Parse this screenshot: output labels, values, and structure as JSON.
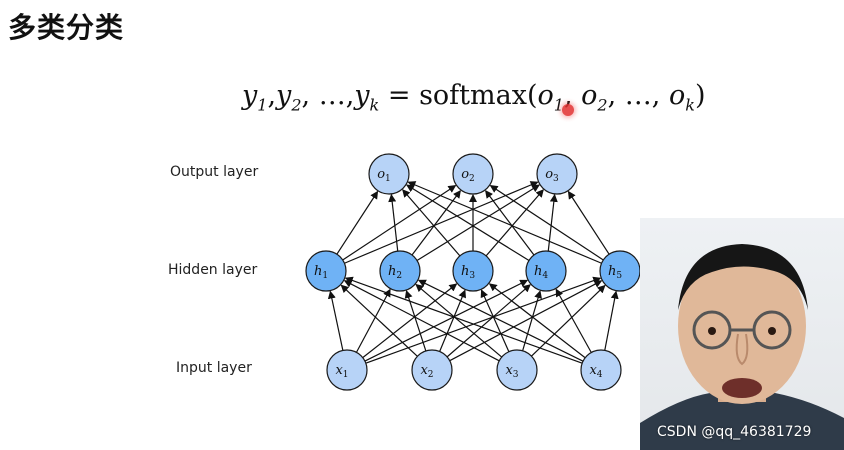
{
  "title": "多类分类",
  "top_logo_text": "",
  "formula": {
    "y": "y",
    "o": "o",
    "y1_sub": "1",
    "y2_sub": "2",
    "yk_sub": "k",
    "o1_sub": "1",
    "o2_sub": "2",
    "ok_sub": "k",
    "sep": ",",
    "ellipsis": "…",
    "equals": "=",
    "fn": "softmax",
    "lparen": "(",
    "rparen": ")"
  },
  "layers": {
    "output": "Output layer",
    "hidden": "Hidden layer",
    "input": "Input layer"
  },
  "nodes": {
    "output": [
      {
        "var": "o",
        "sub": "1"
      },
      {
        "var": "o",
        "sub": "2"
      },
      {
        "var": "o",
        "sub": "3"
      }
    ],
    "hidden": [
      {
        "var": "h",
        "sub": "1"
      },
      {
        "var": "h",
        "sub": "2"
      },
      {
        "var": "h",
        "sub": "3"
      },
      {
        "var": "h",
        "sub": "4"
      },
      {
        "var": "h",
        "sub": "5"
      }
    ],
    "input": [
      {
        "var": "x",
        "sub": "1"
      },
      {
        "var": "x",
        "sub": "2"
      },
      {
        "var": "x",
        "sub": "3"
      },
      {
        "var": "x",
        "sub": "4"
      }
    ]
  },
  "colors": {
    "output_fill": "#b7d3f7",
    "hidden_fill": "#6fb2f5",
    "input_fill": "#b7d3f7",
    "node_stroke": "#1a1a1a",
    "edge": "#111111"
  },
  "watermark": "CSDN @qq_46381729"
}
